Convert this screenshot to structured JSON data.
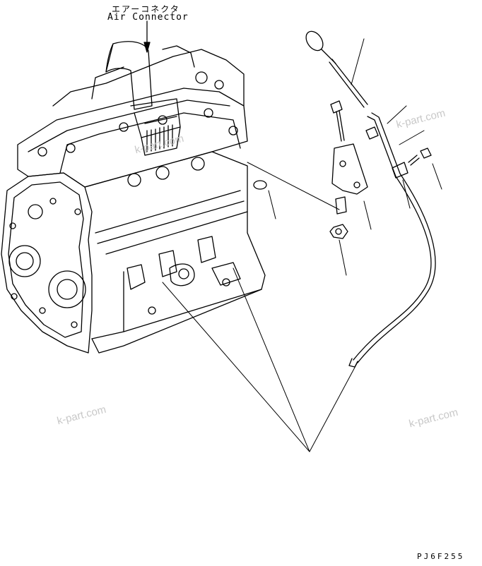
{
  "callout": {
    "japanese": "エアーコネクタ",
    "english": "Air Connector"
  },
  "drawing_code": "PJ6F255",
  "watermarks": [
    "k-part.com",
    "k-part.com",
    "k-part.com",
    "k-part.com"
  ],
  "colors": {
    "line": "#000000",
    "watermark": "#c8c8c8",
    "background": "#ffffff"
  }
}
